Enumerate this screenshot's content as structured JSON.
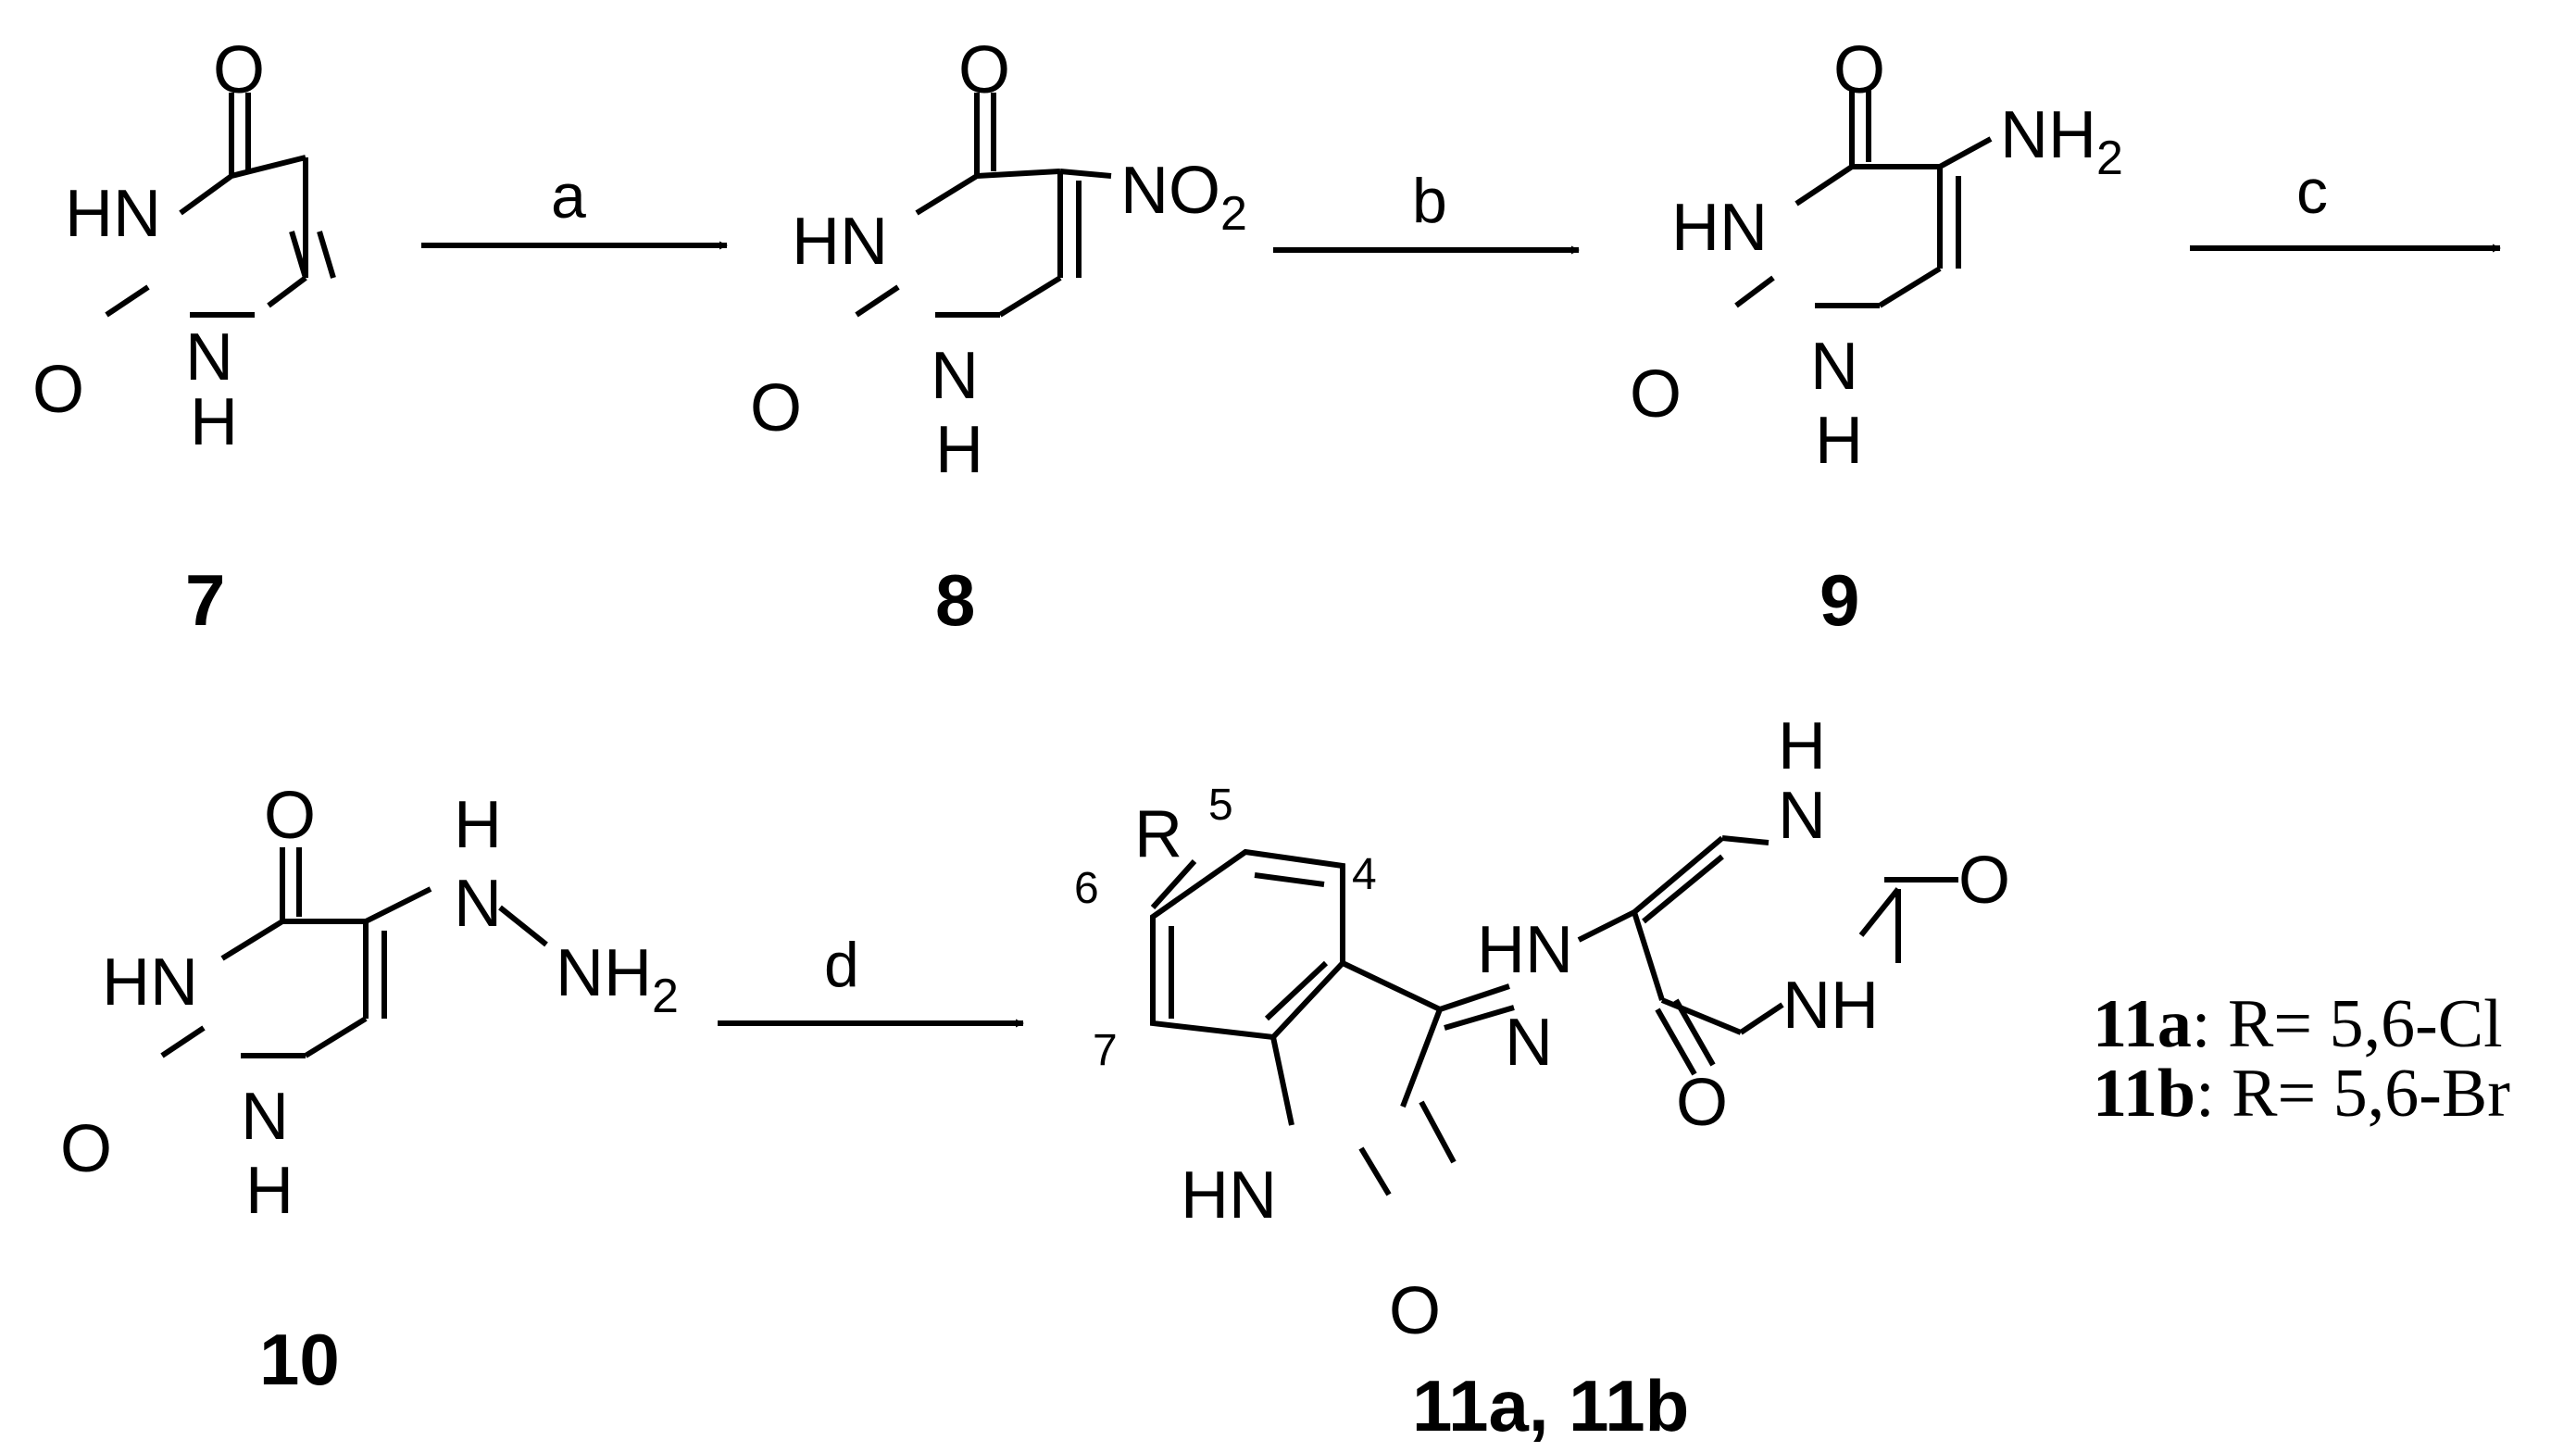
{
  "reagents": {
    "a": "a",
    "b": "b",
    "c": "c",
    "d": "d"
  },
  "compounds": {
    "c7": "7",
    "c8": "8",
    "c9": "9",
    "c10": "10",
    "c11": "11a, 11b"
  },
  "atoms": {
    "O": "O",
    "HN": "HN",
    "N": "N",
    "H": "H",
    "NO": "NO",
    "NH": "NH",
    "HNN": "HN",
    "R": "R",
    "sub2": "2"
  },
  "positions": {
    "p4": "4",
    "p5": "5",
    "p6": "6",
    "p7": "7"
  },
  "legend": {
    "a_id": "11a",
    "a_text": ": R= 5,6-Cl",
    "b_id": "11b",
    "b_text": ": R= 5,6-Br"
  }
}
